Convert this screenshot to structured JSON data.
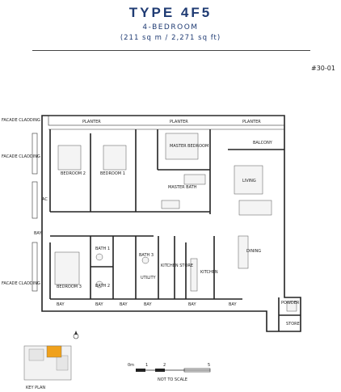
{
  "header": {
    "title": "TYPE 4F5",
    "subtitle": "4-BEDROOM",
    "area": "(211 sq m / 2,271 sq ft)",
    "unit_no": "#30-01"
  },
  "plan": {
    "rooms": {
      "planter": "PLANTER",
      "balcony": "BALCONY",
      "master_bedroom": "MASTER BEDROOM",
      "bedroom2": "BEDROOM 2",
      "bedroom1": "BEDROOM 1",
      "master_bath": "MASTER BATH",
      "living": "LIVING",
      "ac": "AC",
      "bay": "BAY",
      "bath1": "BATH 1",
      "bath2": "BATH 2",
      "bath3": "BATH 3",
      "utility": "UTILITY",
      "kitchen_store": "KITCHEN STORE",
      "kitchen": "KITCHEN",
      "dining": "DINING",
      "bedroom3": "BEDROOM 3",
      "powder": "POWDER",
      "store": "STORE",
      "facade_cladding": "FACADE CLADDING"
    }
  },
  "key_plan": {
    "caption": "KEY PLAN"
  },
  "scale_bar": {
    "ticks": [
      "0m",
      "1",
      "2",
      "5"
    ],
    "note": "NOT TO SCALE"
  },
  "colors": {
    "title": "#1f3b73",
    "key_highlight": "#f0a11c"
  },
  "icons": [
    "north-arrow-icon"
  ]
}
